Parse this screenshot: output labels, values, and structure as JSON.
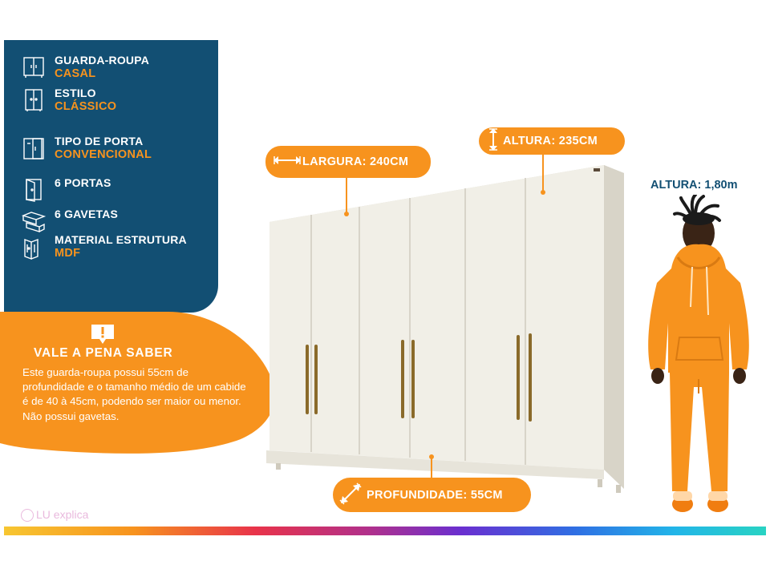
{
  "specs": {
    "items": [
      {
        "label": "GUARDA-ROUPA",
        "value": "CASAL",
        "icon": "wardrobe-icon"
      },
      {
        "label": "ESTILO",
        "value": "CLÁSSICO",
        "icon": "cabinet-style-icon"
      },
      {
        "label": "TIPO DE PORTA",
        "value": "CONVENCIONAL",
        "icon": "door-type-icon"
      },
      {
        "label": "6  PORTAS",
        "value": "",
        "icon": "door-icon"
      },
      {
        "label": "6 GAVETAS",
        "value": "",
        "icon": "drawers-icon"
      },
      {
        "label": "MATERIAL ESTRUTURA",
        "value": "MDF",
        "icon": "panel-material-icon"
      }
    ]
  },
  "info": {
    "title": "VALE A PENA SABER",
    "text": "Este guarda-roupa possui 55cm de profundidade e o tamanho médio de um cabide é de 40 à 45cm, podendo ser maior ou menor. Não possui gavetas.",
    "icon": "alert-icon"
  },
  "dimensions": {
    "width": "LARGURA: 240CM",
    "height": "ALTURA: 235CM",
    "depth": "PROFUNDIDADE: 55CM",
    "person_height": "ALTURA: 1,80m"
  },
  "logo": {
    "text": "LU explica",
    "icon": "chat-bubble-icon"
  },
  "colors": {
    "navy": "#124f73",
    "orange": "#f7931e",
    "white": "#ffffff",
    "wardrobe": "#f1efe7",
    "handle": "#8a6a2a"
  }
}
